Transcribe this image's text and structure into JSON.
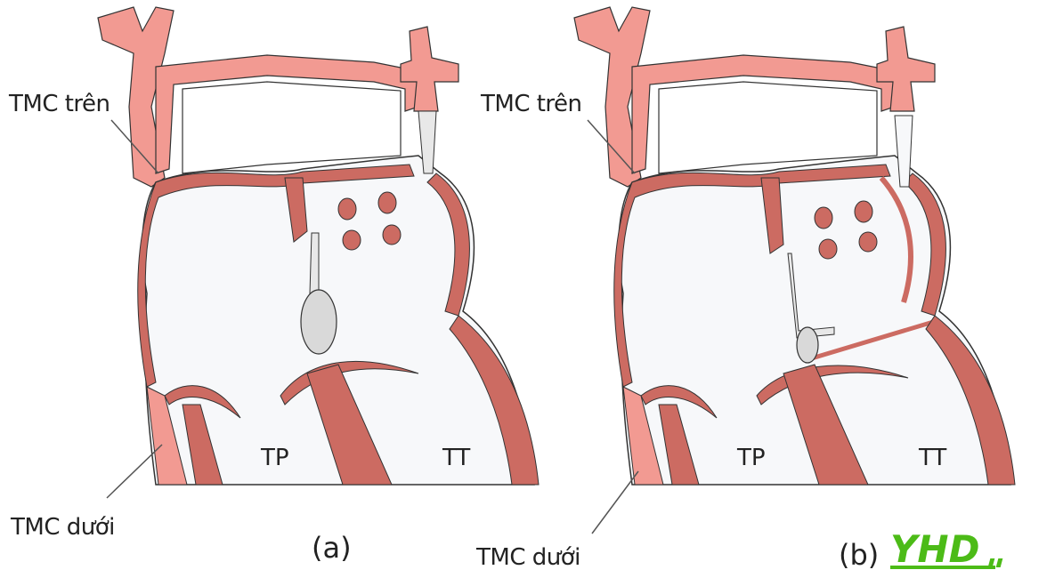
{
  "colors": {
    "vessel_fill": "#f29a92",
    "vessel_dark": "#d97a70",
    "wall": "#cc6b62",
    "chamber_fill": "#f7f8fa",
    "outline": "#333333",
    "device_fill": "#d9d9d9",
    "logo_green": "#4cbb17"
  },
  "panels": [
    {
      "id": "(a)",
      "svc_label": "TMC trên",
      "ivc_label": "TMC dưới",
      "right_chamber": "TP",
      "left_chamber": "TT"
    },
    {
      "id": "(b)",
      "svc_label": "TMC trên",
      "ivc_label": "TMC dưới",
      "right_chamber": "TP",
      "left_chamber": "TT"
    }
  ],
  "logo": {
    "text": "YHD",
    "icon": "yhd-logo-icon"
  }
}
